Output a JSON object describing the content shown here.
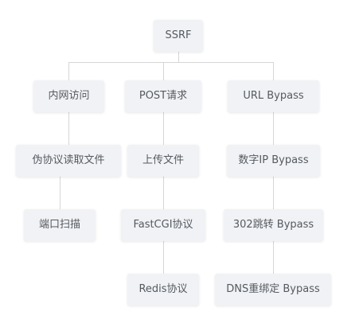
{
  "diagram": {
    "root": "SSRF",
    "nodes": {
      "intranet": "内网访问",
      "post": "POST请求",
      "url_bypass": "URL Bypass",
      "fake_protocol": "伪协议读取文件",
      "upload": "上传文件",
      "digit_ip": "数字IP Bypass",
      "port_scan": "端口扫描",
      "fastcgi": "FastCGI协议",
      "redirect_302": "302跳转 Bypass",
      "redis": "Redis协议",
      "dns_rebinding": "DNS重绑定 Bypass"
    },
    "edges": [
      [
        "root",
        "intranet"
      ],
      [
        "root",
        "post"
      ],
      [
        "root",
        "url_bypass"
      ],
      [
        "intranet",
        "fake_protocol"
      ],
      [
        "fake_protocol",
        "port_scan"
      ],
      [
        "post",
        "upload"
      ],
      [
        "upload",
        "fastcgi"
      ],
      [
        "fastcgi",
        "redis"
      ],
      [
        "url_bypass",
        "digit_ip"
      ],
      [
        "digit_ip",
        "redirect_302"
      ],
      [
        "redirect_302",
        "dns_rebinding"
      ]
    ]
  }
}
